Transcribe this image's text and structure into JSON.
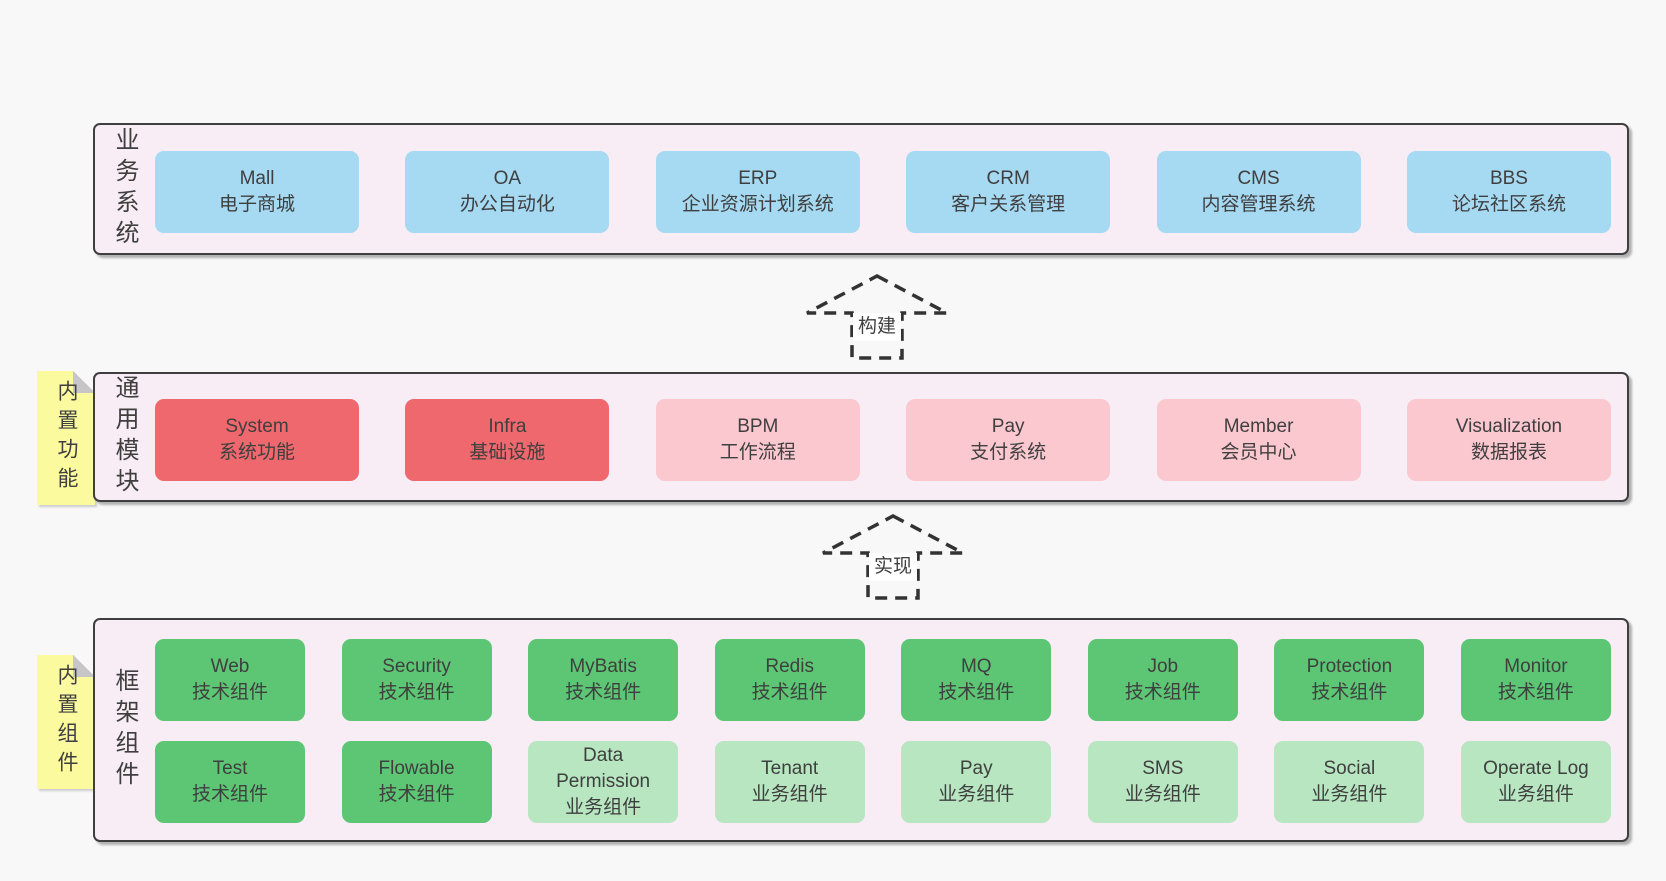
{
  "diagram": {
    "layers": [
      {
        "id": "business-systems",
        "side_label": "业务系统",
        "rows": [
          [
            {
              "title": "Mall",
              "subtitle": "电子商城",
              "color": "blue"
            },
            {
              "title": "OA",
              "subtitle": "办公自动化",
              "color": "blue"
            },
            {
              "title": "ERP",
              "subtitle": "企业资源计划系统",
              "color": "blue"
            },
            {
              "title": "CRM",
              "subtitle": "客户关系管理",
              "color": "blue"
            },
            {
              "title": "CMS",
              "subtitle": "内容管理系统",
              "color": "blue"
            },
            {
              "title": "BBS",
              "subtitle": "论坛社区系统",
              "color": "blue"
            }
          ]
        ]
      },
      {
        "id": "common-modules",
        "side_label": "通用模块",
        "sticky_note": "内置功能",
        "rows": [
          [
            {
              "title": "System",
              "subtitle": "系统功能",
              "color": "red"
            },
            {
              "title": "Infra",
              "subtitle": "基础设施",
              "color": "red"
            },
            {
              "title": "BPM",
              "subtitle": "工作流程",
              "color": "pink"
            },
            {
              "title": "Pay",
              "subtitle": "支付系统",
              "color": "pink"
            },
            {
              "title": "Member",
              "subtitle": "会员中心",
              "color": "pink"
            },
            {
              "title": "Visualization",
              "subtitle": "数据报表",
              "color": "pink"
            }
          ]
        ]
      },
      {
        "id": "framework-components",
        "side_label": "框架组件",
        "sticky_note": "内置组件",
        "rows": [
          [
            {
              "title": "Web",
              "subtitle": "技术组件",
              "color": "green_dark"
            },
            {
              "title": "Security",
              "subtitle": "技术组件",
              "color": "green_dark"
            },
            {
              "title": "MyBatis",
              "subtitle": "技术组件",
              "color": "green_dark"
            },
            {
              "title": "Redis",
              "subtitle": "技术组件",
              "color": "green_dark"
            },
            {
              "title": "MQ",
              "subtitle": "技术组件",
              "color": "green_dark"
            },
            {
              "title": "Job",
              "subtitle": "技术组件",
              "color": "green_dark"
            },
            {
              "title": "Protection",
              "subtitle": "技术组件",
              "color": "green_dark"
            },
            {
              "title": "Monitor",
              "subtitle": "技术组件",
              "color": "green_dark"
            }
          ],
          [
            {
              "title": "Test",
              "subtitle": "技术组件",
              "color": "green_dark"
            },
            {
              "title": "Flowable",
              "subtitle": "技术组件",
              "color": "green_dark"
            },
            {
              "title": "Data Permission",
              "subtitle": "业务组件",
              "color": "green_light"
            },
            {
              "title": "Tenant",
              "subtitle": "业务组件",
              "color": "green_light"
            },
            {
              "title": "Pay",
              "subtitle": "业务组件",
              "color": "green_light"
            },
            {
              "title": "SMS",
              "subtitle": "业务组件",
              "color": "green_light"
            },
            {
              "title": "Social",
              "subtitle": "业务组件",
              "color": "green_light"
            },
            {
              "title": "Operate Log",
              "subtitle": "业务组件",
              "color": "green_light"
            }
          ]
        ]
      }
    ],
    "arrows": [
      {
        "id": "build",
        "label": "构建"
      },
      {
        "id": "implement",
        "label": "实现"
      }
    ],
    "colors": {
      "background": "#f8f8f8",
      "panel_bg": "#f8edf5",
      "border": "#3f3f3f",
      "text": "#3f3f3f",
      "blue": "#a6d9f2",
      "red": "#ee686d",
      "pink": "#fbc8d0",
      "green_dark": "#5cc674",
      "green_light": "#b7e6c1",
      "sticky_yellow": "#fbfa9e"
    }
  }
}
